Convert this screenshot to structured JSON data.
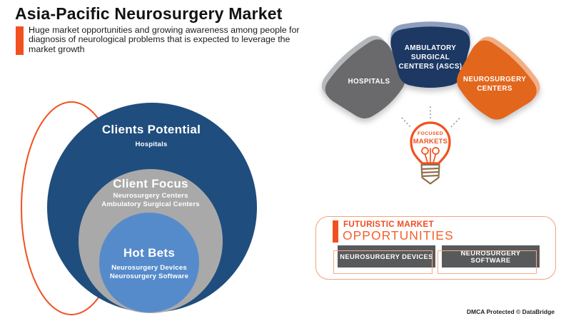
{
  "header": {
    "title": "Asia-Pacific Neurosurgery Market",
    "subtitle": "Huge market opportunities and growing awareness among people for diagnosis of neurological problems that is expected to leverage the market growth"
  },
  "venn": {
    "rings": [
      {
        "title": "Clients Potential",
        "lines": [
          "Hospitals"
        ]
      },
      {
        "title": "Client Focus",
        "lines": [
          "Neurosurgery Centers",
          "Ambulatory Surgical Centers"
        ]
      },
      {
        "title": "Hot Bets",
        "lines": [
          "Neurosurgery Devices",
          "Neurosurgery Software"
        ]
      }
    ]
  },
  "fan": {
    "petals": [
      {
        "lines": [
          "HOSPITALS"
        ]
      },
      {
        "lines": [
          "AMBULATORY",
          "SURGICAL",
          "CENTERS (ASCS)"
        ]
      },
      {
        "lines": [
          "NEUROSURGERY",
          "CENTERS"
        ]
      }
    ],
    "hub": {
      "line1": "FOCUSED",
      "line2": "MARKETS"
    }
  },
  "opportunities": {
    "kicker": "FUTURISTIC MARKET",
    "title": "OPPORTUNITIES",
    "buttons": [
      {
        "label": "NEUROSURGERY DEVICES"
      },
      {
        "label": "NEUROSURGERY SOFTWARE"
      }
    ]
  },
  "footer": {
    "text": "DMCA Protected © DataBridge"
  },
  "colors": {
    "accent_orange": "#f1511f",
    "light_orange_border": "#f2a27d",
    "navy_petal": "#1f3864",
    "navy_petal_edge": "#8e9fbe",
    "gray_petal": "#6a6a6c",
    "gray_petal_edge": "#b4b7bb",
    "orange_petal": "#e2661b",
    "orange_petal_edge": "#f1af85",
    "outer_circle_blue": "#1f4d7d",
    "middle_circle_gray": "#a9a9aa",
    "inner_circle_blue": "#568bcb",
    "button_gray": "#58595b",
    "bulb_base_brown": "#92704d"
  }
}
